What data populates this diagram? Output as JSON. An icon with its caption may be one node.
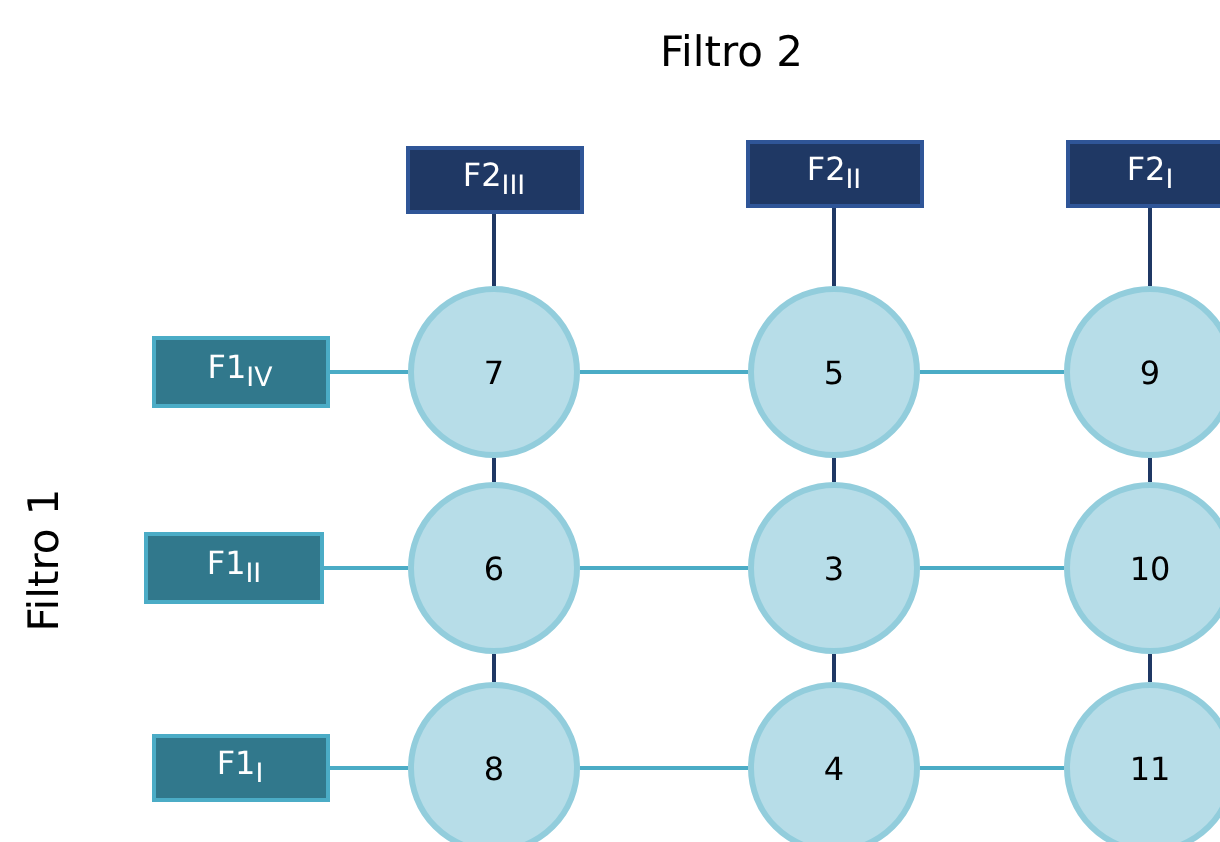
{
  "diagram": {
    "title": "Filtro 2",
    "nodes": [
      {
        "text": [
          "F2$_{III}$"
        ]
      },
      {
        "text": [
          "F2$_{II}$"
        ]
      },
      {
        "text": [
          "F2$_{I}$"
        ]
      },
      {
        "text": [
          "F1$_{IV}$"
        ]
      },
      {
        "text": [
          "7"
        ]
      },
      {
        "text": [
          "5"
        ]
      },
      {
        "text": [
          "9"
        ]
      },
      {
        "text": [
          "F1$_{II}$"
        ]
      },
      {
        "text": [
          "6"
        ]
      },
      {
        "text": [
          "3"
        ]
      },
      {
        "text": [
          "10"
        ]
      },
      {
        "text": [
          "F1$_{I}$"
        ]
      },
      {
        "text": [
          "8"
        ]
      },
      {
        "text": [
          "4"
        ]
      },
      {
        "text": [
          "11"
        ]
      }
    ],
    "edges": [
      {
        "from": 0,
        "to": 4,
        "arrow": "none"
      },
      {
        "from": 1,
        "to": 5,
        "arrow": "none"
      },
      {
        "from": 2,
        "to": 6,
        "arrow": "none"
      },
      {
        "from": 3,
        "to": 4,
        "arrow": "none",
        "color": "#4bacc6"
      },
      {
        "from": 4,
        "to": 5,
        "arrow": "none",
        "color": "#4bacc6"
      },
      {
        "from": 5,
        "to": 6,
        "arrow": "none",
        "color": "#4bacc6"
      },
      {
        "from": 7,
        "to": 8,
        "arrow": "none",
        "color": "#4bacc6"
      },
      {
        "from": 8,
        "to": 9,
        "arrow": "none",
        "color": "#4bacc6"
      },
      {
        "from": 9,
        "to": 10,
        "arrow": "none",
        "color": "#4bacc6"
      },
      {
        "from": 11,
        "to": 12,
        "arrow": "none",
        "color": "#4bacc6"
      },
      {
        "from": 12,
        "to": 13,
        "arrow": "none",
        "color": "#4bacc6"
      },
      {
        "from": 13,
        "to": 14,
        "arrow": "none",
        "color": "#4bacc6"
      },
      {
        "from": 4,
        "to": 8,
        "arrow": "none"
      },
      {
        "from": 8,
        "to": 12,
        "arrow": "none"
      },
      {
        "from": 5,
        "to": 9,
        "arrow": "none"
      },
      {
        "from": 9,
        "to": 13,
        "arrow": "none"
      },
      {
        "from": 6,
        "to": 10,
        "arrow": "none"
      },
      {
        "from": 10,
        "to": 14,
        "arrow": "none"
      }
    ],
    "labels": [
      "Filtro 1"
    ]
  }
}
